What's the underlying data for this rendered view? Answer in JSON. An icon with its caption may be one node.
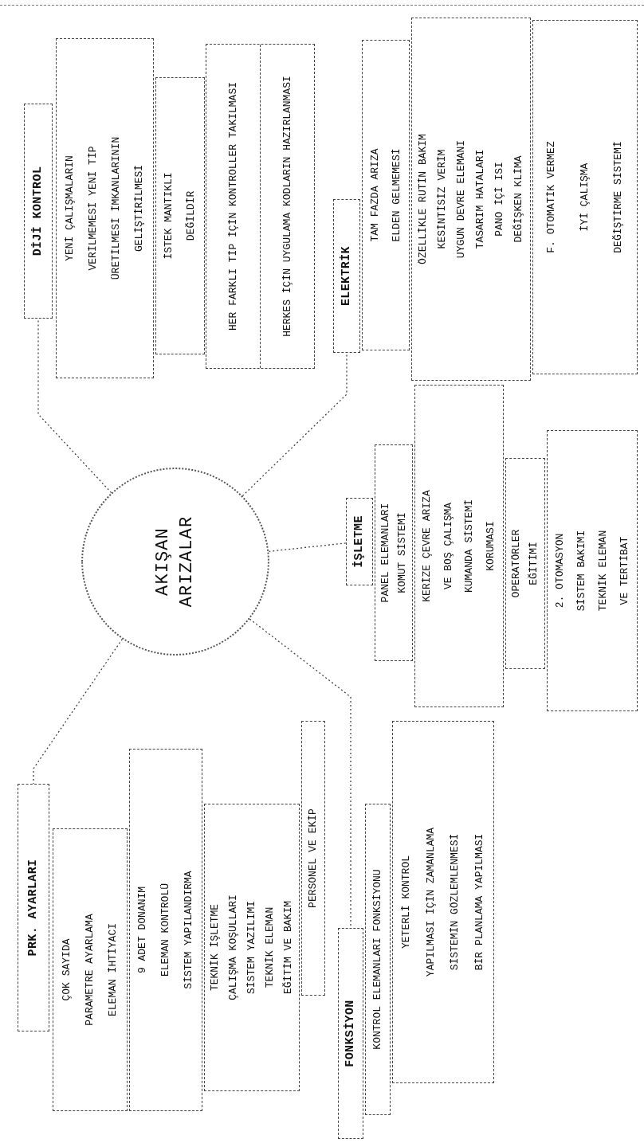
{
  "diagram": {
    "nodes": [
      {
        "text": [
          "AKIŞAN ARIZALAR"
        ]
      },
      {
        "text": [
          "DİJİ KONTROL"
        ]
      },
      {
        "text": [
          "YENİ ÇALIŞMALARIN",
          "VERİLMEMESİ YENİ TİP",
          "ÜRETİLMESİ İMKANLARININ",
          "GELİŞTİRİLMESİ"
        ]
      },
      {
        "text": [
          "İSTEK MANTIKLI",
          "DEĞİLDİR"
        ]
      },
      {
        "text": [
          "HER FARKLI TİP İÇİN KONTROLLER TAKILMASI",
          "HERKES İÇİN UYGULAMA KODLARIN HAZIRLANMASI"
        ]
      },
      {
        "text": [
          "ELEKTRİK"
        ]
      },
      {
        "text": [
          "TAM FAZDA ARIZA",
          "ELDEN GELMEMESİ"
        ]
      },
      {
        "text": [
          "ÖZELLİKLE RUTİN BAKIM",
          "KESİNTİSİZ VERİM",
          "UYGUN DEVRE ELEMANI",
          "TASARIM HATALARI",
          "PANO İÇİ ISI",
          "DEĞİŞKEN KLİMA"
        ]
      },
      {
        "text": [
          "F. OTOMATİK VERMEZ",
          "İYİ ÇALIŞMA",
          "DEĞİŞTİRME SİSTEMİ"
        ]
      },
      {
        "text": [
          "İŞLETME"
        ]
      },
      {
        "text": [
          "PANEL ELEMANLARI",
          "KOMUT SİSTEMİ"
        ]
      },
      {
        "text": [
          "KERİZE ÇEVRE ARIZA",
          "VE BOŞ ÇALIŞMA",
          "KUMANDA SİSTEMİ",
          "KORUMASI"
        ]
      },
      {
        "text": [
          "OPERATÖRLER",
          "EĞİTİMİ"
        ]
      },
      {
        "text": [
          "2. OTOMASYON",
          "SİSTEM BAKIMI",
          "TEKNİK ELEMAN",
          "VE TERTİBAT"
        ]
      },
      {
        "text": [
          "PRK. AYARLARI"
        ]
      },
      {
        "text": [
          "ÇOK SAYIDA",
          "PARAMETRE AYARLAMA",
          "ELEMAN İHTİYACI"
        ]
      },
      {
        "text": [
          "9 ADET DONANIM",
          "ELEMAN KONTROLÜ",
          "SİSTEM YAPILANDIRMA"
        ]
      },
      {
        "text": [
          "TEKNİK İŞLETME",
          "ÇALIŞMA KOŞULLARI",
          "SİSTEM YAZILIMI",
          "TEKNİK ELEMAN",
          "EĞİTİM VE BAKIM"
        ]
      },
      {
        "text": [
          "PERSONEL VE EKİP"
        ]
      },
      {
        "text": [
          "FONKSİYON"
        ]
      },
      {
        "text": [
          "KONTROL ELEMANLARI FONKSİYONU"
        ]
      },
      {
        "text": [
          "YETERLİ KONTROL",
          "YAPILMASI İÇİN ZAMANLAMA",
          "SİSTEMİN GÖZLEMLENMESİ",
          "BİR PLANLAMA YAPILMASI"
        ]
      }
    ],
    "edges": [
      {
        "from": 0,
        "to": 1,
        "arrow": "none"
      },
      {
        "from": 0,
        "to": 5,
        "arrow": "none"
      },
      {
        "from": 0,
        "to": 9,
        "arrow": "none"
      },
      {
        "from": 0,
        "to": 14,
        "arrow": "none"
      },
      {
        "from": 0,
        "to": 19,
        "arrow": "none"
      }
    ]
  }
}
